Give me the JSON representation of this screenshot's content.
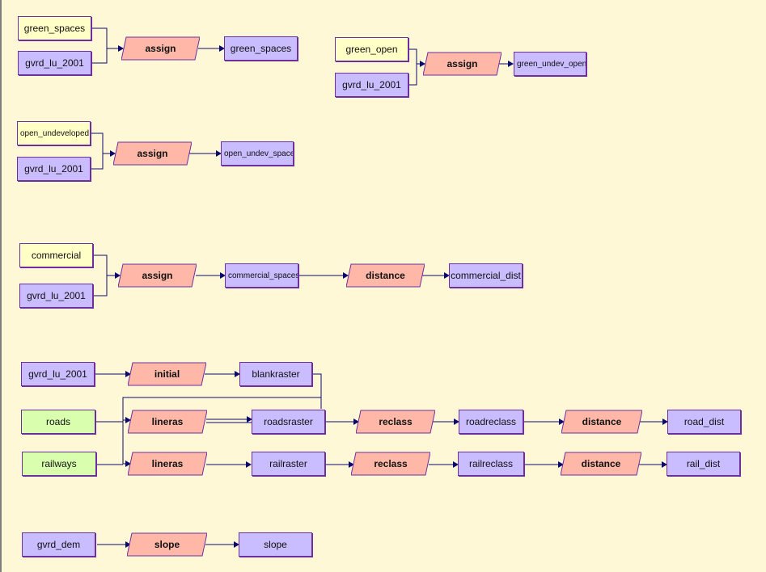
{
  "colors": {
    "background": "#FFF8D6",
    "input_yellow": "#FFFFC6",
    "data_purple": "#C9BCFF",
    "input_green": "#D9FFAE",
    "tool_salmon": "#FFB8A8",
    "border": "#6E2E9E",
    "connector": "#0A0A6E"
  },
  "models": {
    "green_spaces": {
      "input1": "green_spaces",
      "input2": "gvrd_lu_2001",
      "tool": "assign",
      "output": "green_spaces"
    },
    "green_open": {
      "input1": "green_open",
      "input2": "gvrd_lu_2001",
      "tool": "assign",
      "output": "green_undev_open_"
    },
    "open_undeveloped": {
      "input1": "open_undeveloped",
      "input2": "gvrd_lu_2001",
      "tool": "assign",
      "output": "open_undev_spaces"
    },
    "commercial": {
      "input1": "commercial",
      "input2": "gvrd_lu_2001",
      "tool1": "assign",
      "mid": "commercial_spaces",
      "tool2": "distance",
      "output": "commercial_dist"
    },
    "network": {
      "lu": "gvrd_lu_2001",
      "initial": "initial",
      "blankraster": "blankraster",
      "roads": "roads",
      "railways": "railways",
      "lineras1": "lineras",
      "lineras2": "lineras",
      "roadsraster": "roadsraster",
      "railraster": "railraster",
      "reclass1": "reclass",
      "reclass2": "reclass",
      "roadreclass": "roadreclass",
      "railreclass": "railreclass",
      "distance1": "distance",
      "distance2": "distance",
      "road_dist": "road_dist",
      "rail_dist": "rail_dist"
    },
    "slope": {
      "input": "gvrd_dem",
      "tool": "slope",
      "output": "slope"
    }
  }
}
